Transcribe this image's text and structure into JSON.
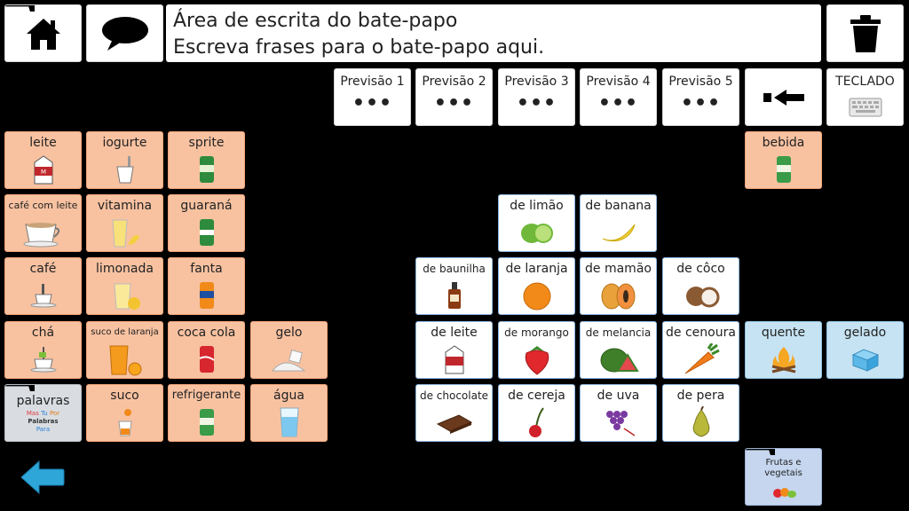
{
  "toolbar": {
    "home_icon": "home-icon",
    "speak_icon": "speech-bubble-icon",
    "clear_icon": "trash-icon"
  },
  "chat": {
    "line1": "Área de escrita do bate-papo",
    "line2": "Escreva frases para o bate-papo aqui."
  },
  "predictions": [
    {
      "label": "Previsão 1",
      "value": "•••"
    },
    {
      "label": "Previsão 2",
      "value": "•••"
    },
    {
      "label": "Previsão 3",
      "value": "•••"
    },
    {
      "label": "Previsão 4",
      "value": "•••"
    },
    {
      "label": "Previsão 5",
      "value": "•••"
    }
  ],
  "backspace_icon": "backspace-arrow-icon",
  "keyboard": {
    "label": "TECLADO"
  },
  "cells": {
    "leite": "leite",
    "iogurte": "iogurte",
    "sprite": "sprite",
    "bebida": "bebida",
    "cafe_com_leite": "café com leite",
    "vitamina": "vitamina",
    "guarana": "guaraná",
    "de_limao": "de limão",
    "de_banana": "de banana",
    "cafe": "café",
    "limonada": "limonada",
    "fanta": "fanta",
    "de_baunilha": "de baunilha",
    "de_laranja": "de laranja",
    "de_mamao": "de mamão",
    "de_coco": "de côco",
    "cha": "chá",
    "suco_de_laranja": "suco de laranja",
    "coca_cola": "coca cola",
    "gelo": "gelo",
    "de_leite": "de leite",
    "de_morango": "de morango",
    "de_melancia": "de melancia",
    "de_cenoura": "de cenoura",
    "quente": "quente",
    "gelado": "gelado",
    "palavras": "palavras",
    "suco": "suco",
    "refrigerante": "refrigerante",
    "agua": "água",
    "de_chocolate": "de chocolate",
    "de_cereja": "de cereja",
    "de_uva": "de uva",
    "de_pera": "de pera",
    "frutas_vegetais": "Frutas e vegetais"
  },
  "palavras_art": {
    "w1": "Mas",
    "w2": "Tu",
    "w3": "Por",
    "w4": "Palabras",
    "w5": "Para"
  },
  "back_icon": "back-arrow-icon",
  "colors": {
    "orange": "#f8c2a1",
    "blue_border": "#8db8e2",
    "light_blue": "#c6e3f3",
    "back_arrow": "#2fa6d8"
  }
}
